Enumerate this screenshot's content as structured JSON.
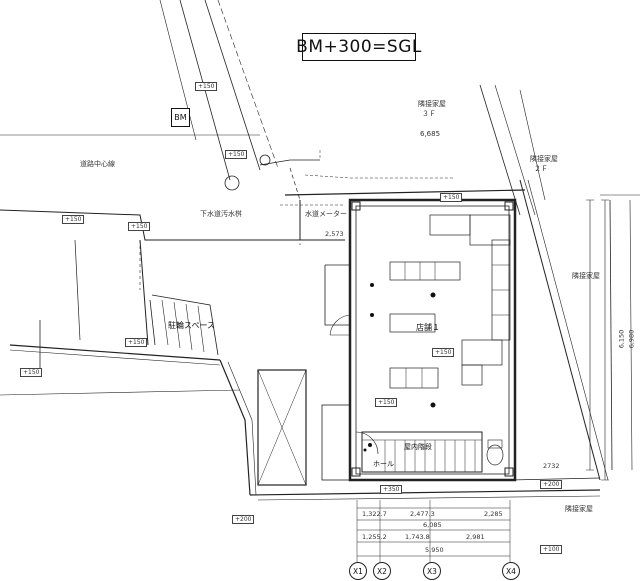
{
  "title": "BM+300=SGL",
  "bm_label": "BM",
  "labels": {
    "parking": "駐輪スペース",
    "store": "店舗１",
    "hall": "ホール",
    "stair": "屋内階段",
    "neighbor_top": "隣接家屋",
    "neighbor_top_floors": "３Ｆ",
    "neighbor_right": "隣接家屋",
    "neighbor_right_floors": "２Ｆ",
    "neighbor_bottom_right": "隣接家屋",
    "neighbor_mid_right": "隣接家屋",
    "sewer_label": "下水道汚水桝",
    "meter_label": "水道メーター",
    "road_center": "道路中心線"
  },
  "tags": {
    "t1": "+150",
    "t2": "+150",
    "t3": "+150",
    "t4": "+150",
    "t5": "+150",
    "t6": "+150",
    "t7": "+150",
    "t8": "+150",
    "t9": "+150",
    "t10": "+200",
    "t11": "+350",
    "t12": "+200",
    "t13": "+100"
  },
  "dims": {
    "top_width": "6,685",
    "wall_tag": "2,573",
    "right_side": "6,150",
    "right_outer": "6,980",
    "row1_a": "1,322.7",
    "row1_b": "2,477.3",
    "row1_c": "2,285",
    "row2": "6,085",
    "row3_a": "1,255.2",
    "row3_b": "1,743.8",
    "row3_c": "2,981",
    "row4": "5,950",
    "bottom_right": "2732"
  },
  "grid": [
    "X1",
    "X2",
    "X3",
    "X4"
  ]
}
